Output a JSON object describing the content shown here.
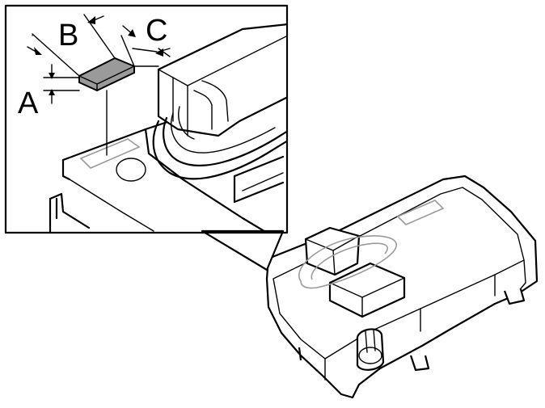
{
  "labels": {
    "dim_a": "A",
    "dim_b": "B",
    "dim_c": "C"
  },
  "colors": {
    "line": "#000000",
    "label_fill": "#9a9a9a",
    "background": "#ffffff",
    "cable_outline": "#9a9a9a"
  }
}
